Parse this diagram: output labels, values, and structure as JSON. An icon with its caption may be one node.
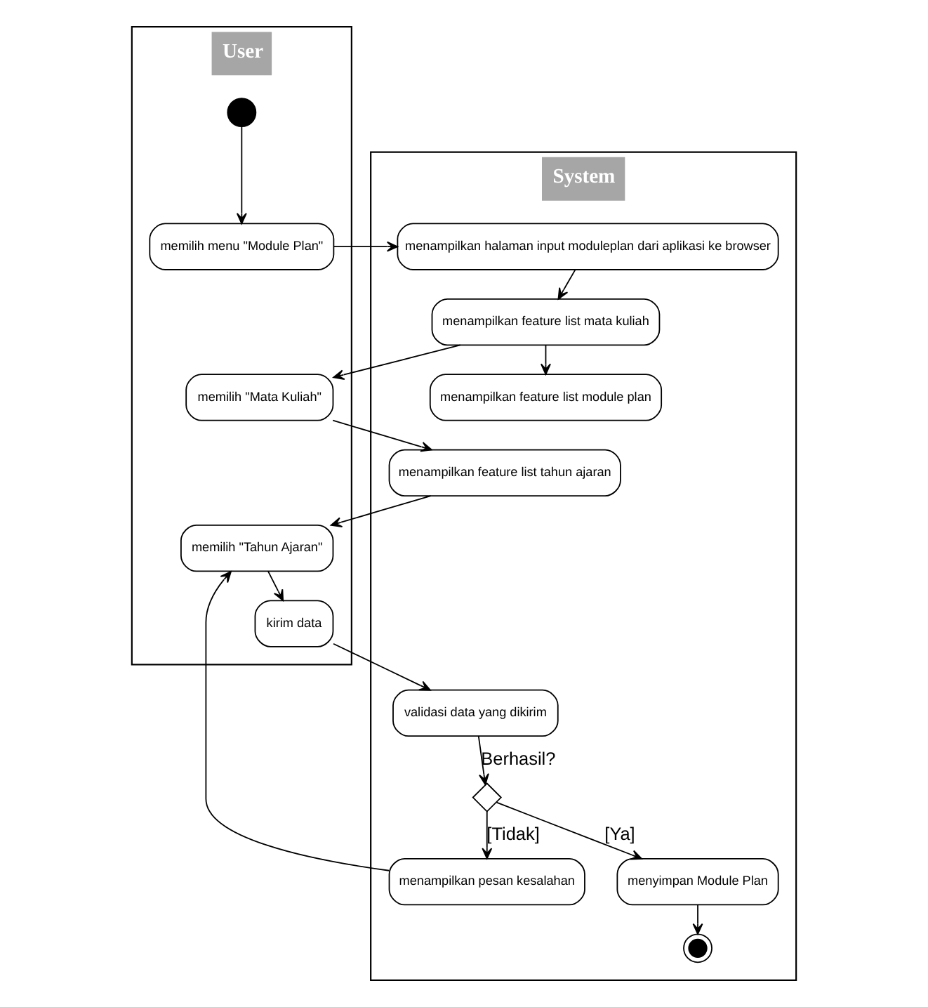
{
  "diagram": {
    "nodes": [
      {
        "text": [
          "User"
        ]
      },
      {
        "text": [
          "System"
        ]
      },
      {
        "text": [],
        "shape": "circle",
        "in": 0
      },
      {
        "text": [
          "memilih menu \"Module Plan\""
        ],
        "in": 0
      },
      {
        "text": [
          "menampilkan halaman input moduleplan dari aplikasi ke browser"
        ],
        "in": 1
      },
      {
        "text": [
          "menampilkan feature list mata kuliah"
        ],
        "in": 1
      },
      {
        "text": [
          "memilih \"Mata Kuliah\""
        ],
        "in": 0
      },
      {
        "text": [
          "menampilkan feature list module plan"
        ],
        "in": 1
      },
      {
        "text": [
          "menampilkan feature list tahun ajaran"
        ],
        "in": 1
      },
      {
        "text": [
          "memilih \"Tahun Ajaran\""
        ],
        "in": 0
      },
      {
        "text": [
          "validasi data yang dikirim"
        ],
        "in": 1
      },
      {
        "text": [
          "kirim data"
        ],
        "in": 0
      },
      {
        "text": [],
        "shape": "diamond",
        "in": 1
      },
      {
        "text": [
          "menampilkan pesan kesalahan"
        ],
        "in": 1
      },
      {
        "text": [
          "menyimpan Module Plan"
        ],
        "in": 1
      },
      {
        "text": [],
        "shape": "bullseye",
        "in": 1
      }
    ],
    "edges": [
      {
        "from": 2,
        "to": 3,
        "arrow": "to"
      },
      {
        "from": 3,
        "to": 4,
        "arrow": "to"
      },
      {
        "from": 4,
        "to": 5,
        "arrow": "to"
      },
      {
        "from": 5,
        "to": 6,
        "arrow": "to"
      },
      {
        "from": 5,
        "to": 7,
        "arrow": "to"
      },
      {
        "from": 6,
        "to": 8,
        "arrow": "to"
      },
      {
        "from": 8,
        "to": 9,
        "arrow": "to"
      },
      {
        "from": 9,
        "to": 11,
        "arrow": "to"
      },
      {
        "from": 11,
        "to": 10,
        "arrow": "to"
      },
      {
        "from": 10,
        "to": 12,
        "arrow": "to",
        "label": "Berhasil?"
      },
      {
        "from": 12,
        "to": 13,
        "arrow": "to",
        "label": "[Tidak]"
      },
      {
        "from": 12,
        "to": 14,
        "arrow": "to",
        "label": "[Ya]"
      },
      {
        "from": 13,
        "to": 9,
        "arrow": "to"
      },
      {
        "from": 14,
        "to": 15,
        "arrow": "to"
      }
    ]
  }
}
